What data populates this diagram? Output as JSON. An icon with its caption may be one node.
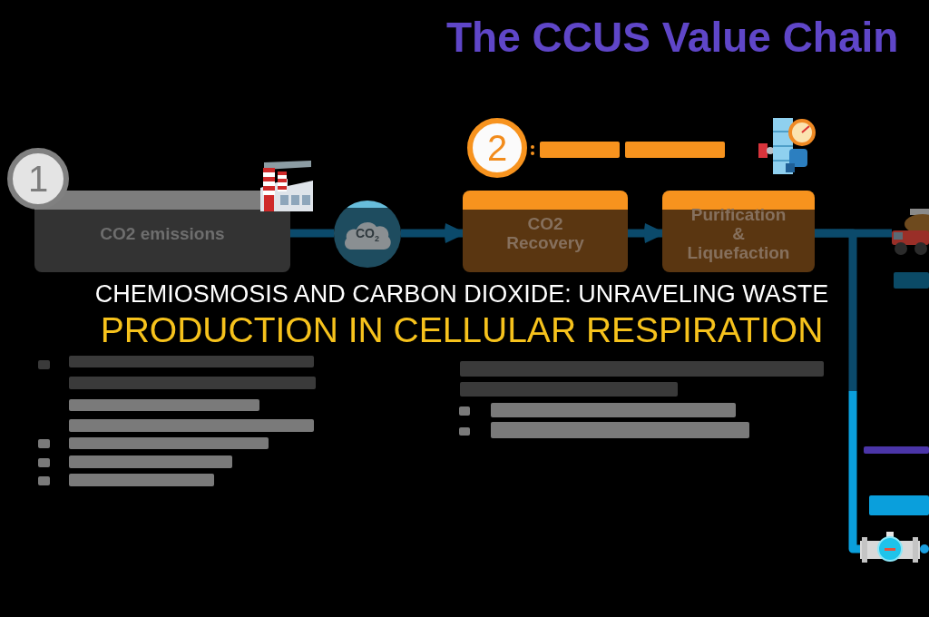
{
  "diagram": {
    "title": "The CCUS Value Chain",
    "caption": "CHEMIOSMOSIS AND CARBON DIOXIDE: UNRAVELING WASTE PRODUCTION IN CELLULAR RESPIRATION",
    "nodes": [
      {
        "text": [
          "1"
        ]
      },
      {
        "text": [
          "CO2 emissions"
        ]
      },
      {
        "text": [
          "CO$_{2}$"
        ]
      },
      {
        "text": [
          "2"
        ]
      },
      {
        "text": [
          "CO2 Recovery"
        ]
      },
      {
        "text": [
          "Purification & Liquefaction"
        ]
      },
      {
        "text": [],
        "shape": "picture"
      },
      {
        "text": [],
        "shape": "picture"
      }
    ],
    "edges": [
      {
        "from": 1,
        "to": 2,
        "arrow": "none"
      },
      {
        "from": 2,
        "to": 4,
        "arrow": "to"
      },
      {
        "from": 4,
        "to": 5,
        "arrow": "to"
      },
      {
        "from": 5,
        "to": 6,
        "arrow": "none"
      },
      {
        "from": 5,
        "to": 7,
        "arrow": "none",
        "color": "#0a9fdc"
      }
    ]
  }
}
